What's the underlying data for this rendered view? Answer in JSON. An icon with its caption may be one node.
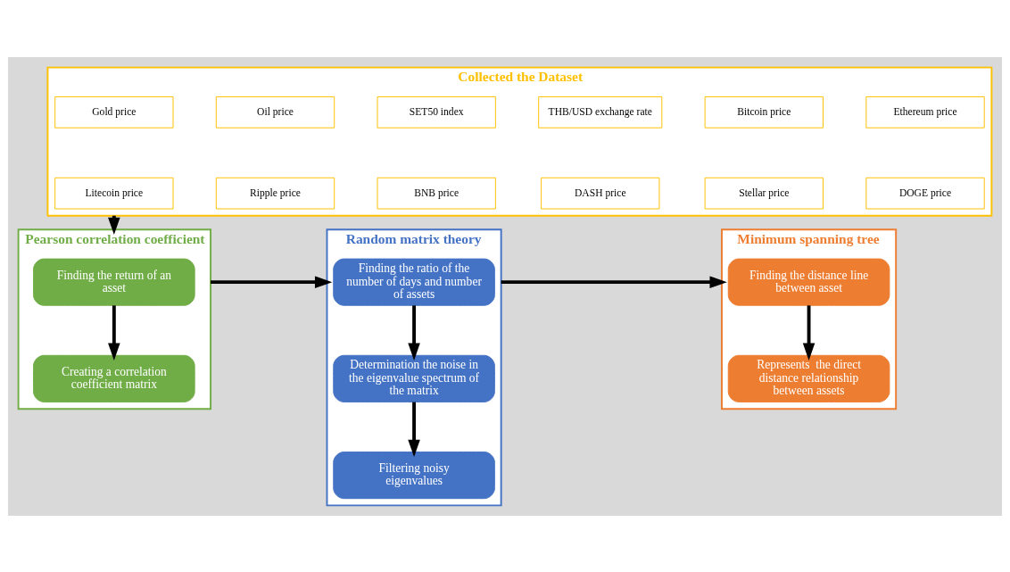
{
  "diagram": {
    "nodes": [
      {
        "text": [
          "Collected the Dataset"
        ]
      },
      {
        "text": [
          "Gold price"
        ],
        "in": 0
      },
      {
        "text": [
          "Oil price"
        ],
        "in": 0
      },
      {
        "text": [
          "SET50 index"
        ],
        "in": 0
      },
      {
        "text": [
          "THB/USD exchange rate"
        ],
        "in": 0
      },
      {
        "text": [
          "Bitcoin price"
        ],
        "in": 0
      },
      {
        "text": [
          "Ethereum price"
        ],
        "in": 0
      },
      {
        "text": [
          "Litecoin price"
        ],
        "in": 0
      },
      {
        "text": [
          "Ripple price"
        ],
        "in": 0
      },
      {
        "text": [
          "BNB price"
        ],
        "in": 0
      },
      {
        "text": [
          "DASH price"
        ],
        "in": 0
      },
      {
        "text": [
          "Stellar price"
        ],
        "in": 0
      },
      {
        "text": [
          "DOGE price"
        ],
        "in": 0
      },
      {
        "text": [
          "Pearson correlation coefficient"
        ]
      },
      {
        "text": [
          "Finding the return of an asset"
        ],
        "in": 13
      },
      {
        "text": [
          "Creating a correlation coefficient matrix"
        ],
        "in": 13
      },
      {
        "text": [
          "Random matrix theory"
        ]
      },
      {
        "text": [
          "Finding the ratio of the number of days and number of assets"
        ],
        "in": 16
      },
      {
        "text": [
          "Determination the noise in the eigenvalue spectrum of the matrix"
        ],
        "in": 16
      },
      {
        "text": [
          "Filtering noisy eigenvalues"
        ],
        "in": 16
      },
      {
        "text": [
          "Minimum spanning tree"
        ]
      },
      {
        "text": [
          "Finding the distance line between asset"
        ],
        "in": 20
      },
      {
        "text": [
          "Represents  the direct distance relationship  between assets"
        ],
        "in": 20
      }
    ],
    "edges": [
      {
        "from": 0,
        "to": 13,
        "arrow": "to"
      },
      {
        "from": 14,
        "to": 15,
        "arrow": "to"
      },
      {
        "from": 13,
        "to": 16,
        "arrow": "to"
      },
      {
        "from": 17,
        "to": 18,
        "arrow": "to"
      },
      {
        "from": 18,
        "to": 19,
        "arrow": "to"
      },
      {
        "from": 16,
        "to": 20,
        "arrow": "to"
      },
      {
        "from": 21,
        "to": 22,
        "arrow": "to"
      }
    ]
  }
}
